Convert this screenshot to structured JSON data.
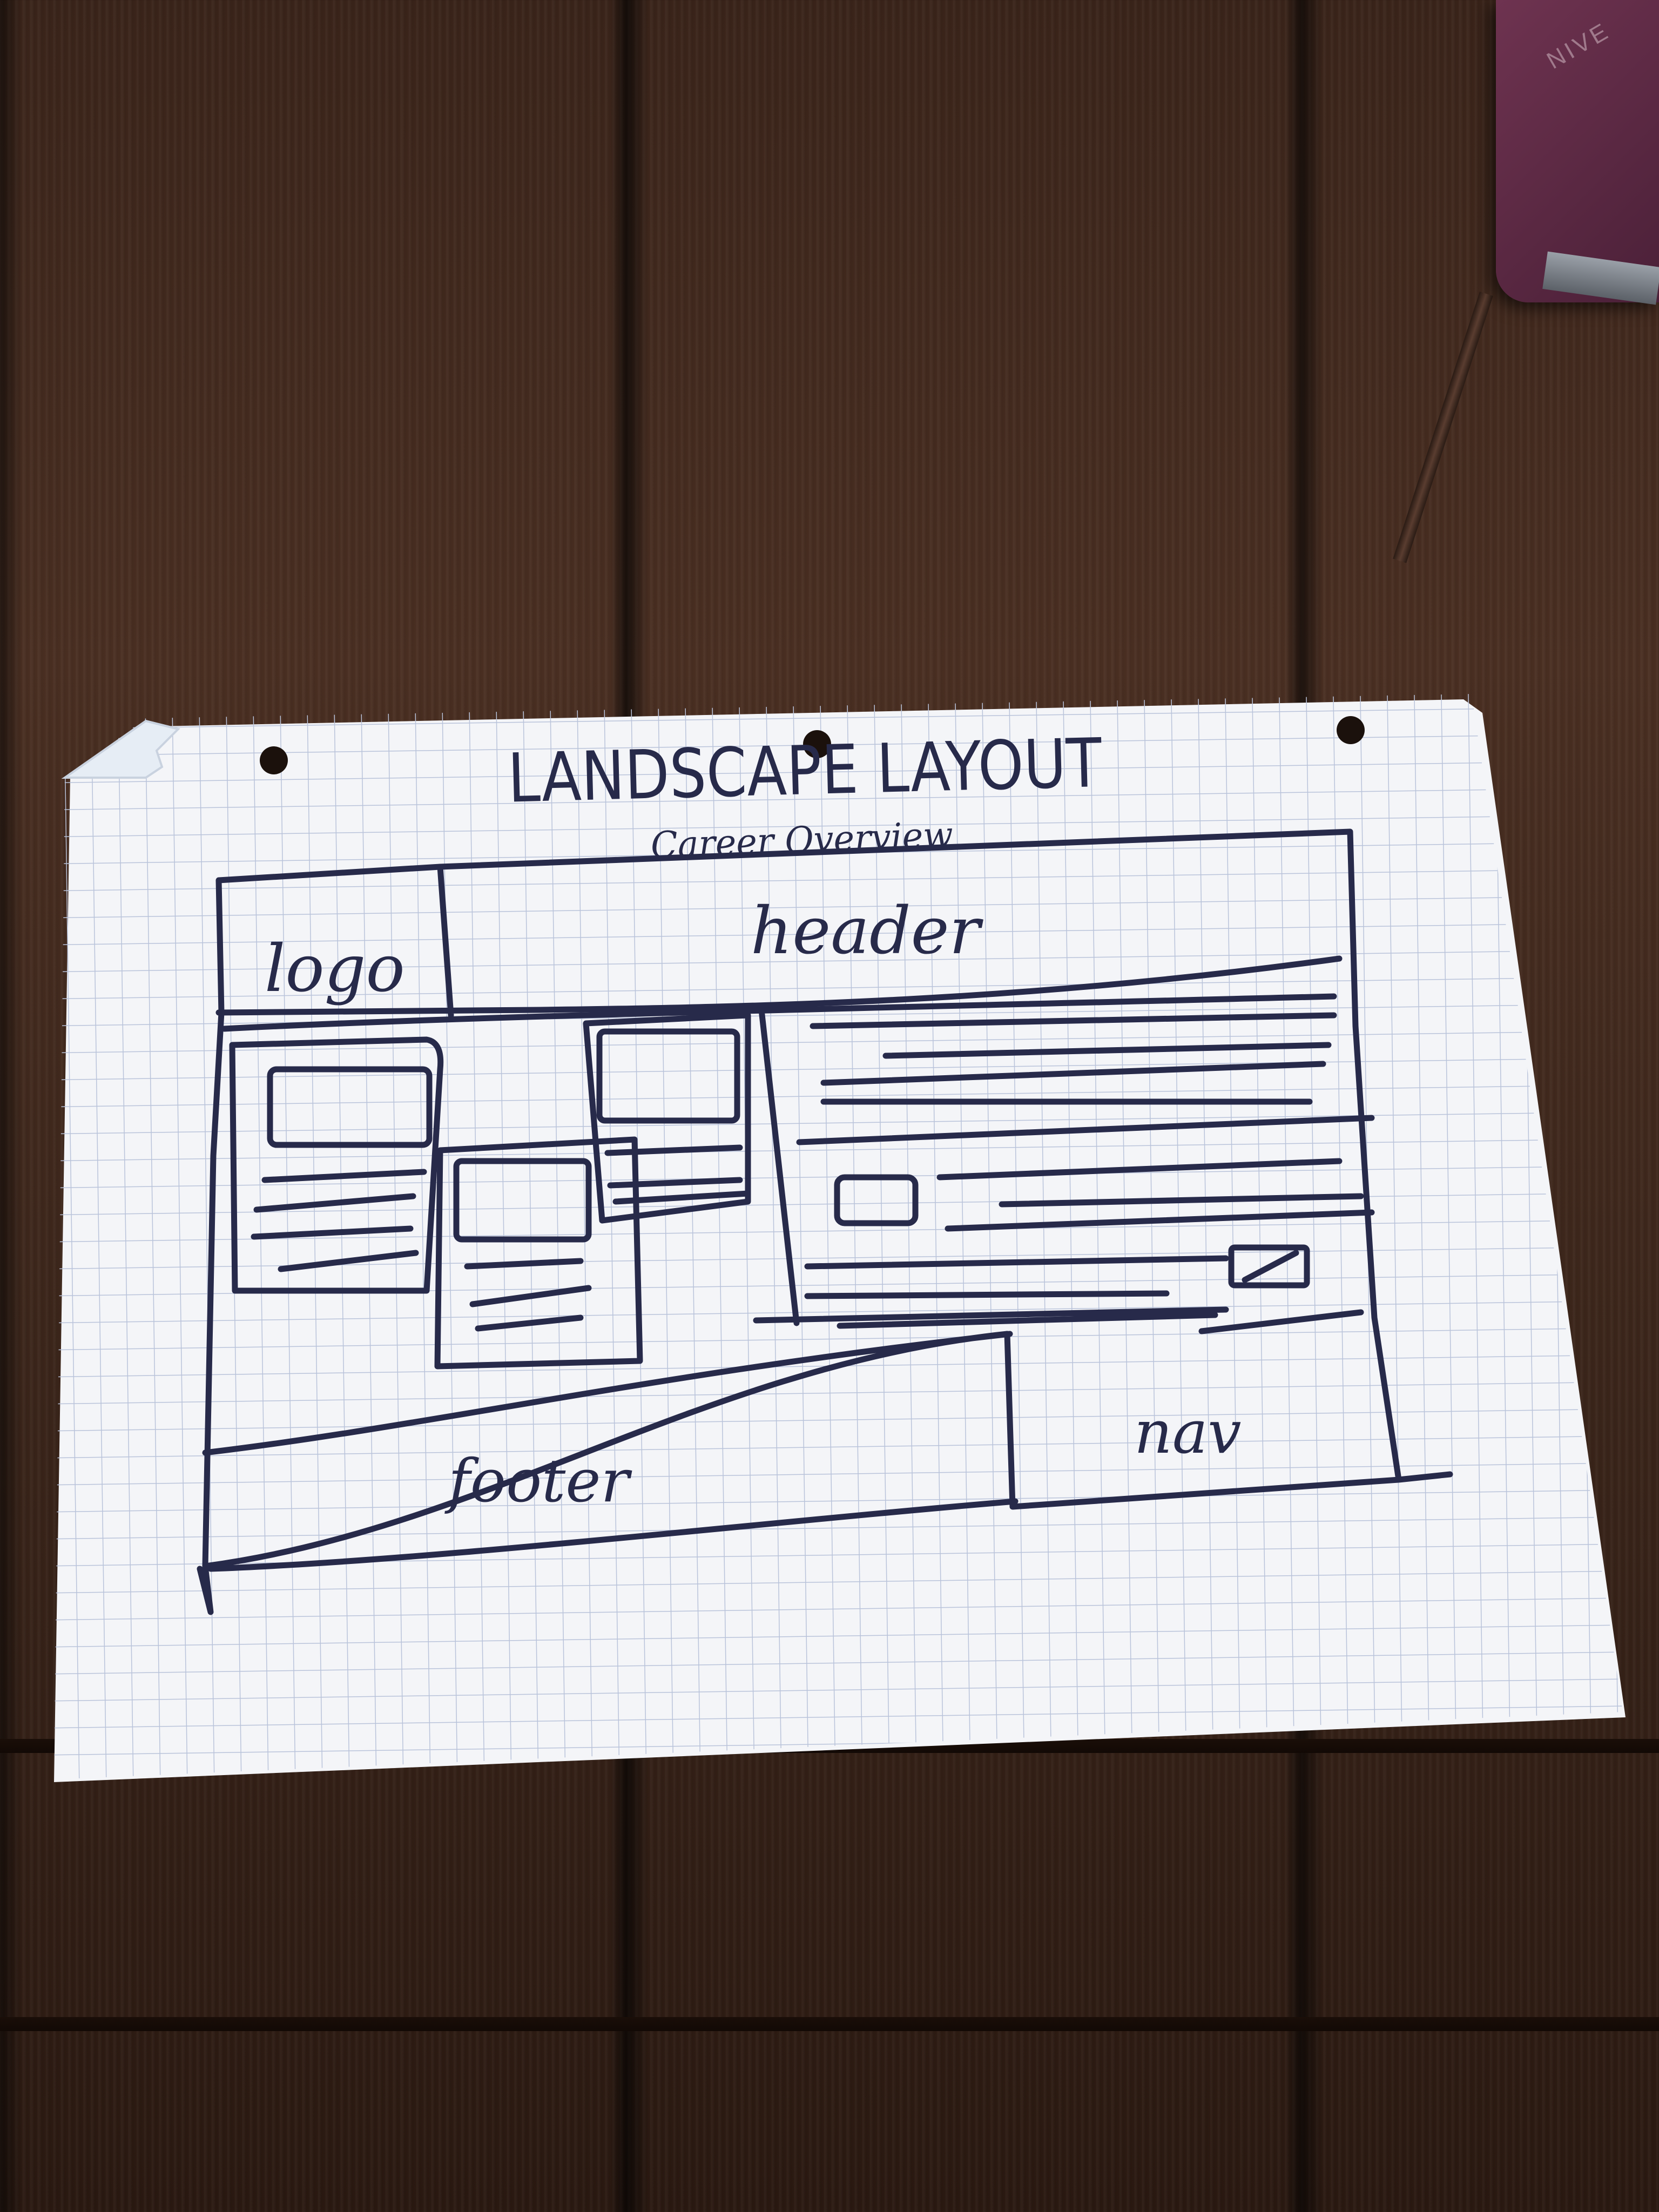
{
  "sketch": {
    "title": "LANDSCAPE LAYOUT",
    "subtitle": "Career Overview",
    "regions": {
      "logo": "logo",
      "header": "header",
      "footer": "footer",
      "nav": "nav"
    }
  },
  "book": {
    "spine_text": "NIVE"
  },
  "colors": {
    "paper": "#f4f5f8",
    "grid": "#b9c3da",
    "ink": "#272a4a",
    "wood": "#3c261b"
  }
}
